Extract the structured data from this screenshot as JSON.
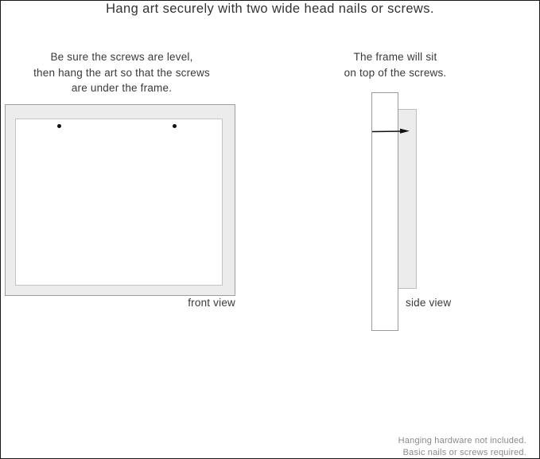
{
  "title": "Hang art securely with two wide head nails or screws.",
  "front": {
    "instruction": "Be sure the screws are level,\nthen hang the art so that the screws\nare under the frame.",
    "label": "front view",
    "screw_count": 2
  },
  "side": {
    "instruction": "The frame will sit\non top of the screws.",
    "label": "side view"
  },
  "footer": {
    "line1": "Hanging hardware not included.",
    "line2": "Basic nails or screws required."
  },
  "colors": {
    "text": "#3a3a3a",
    "muted_text": "#8a8a8a",
    "frame_fill": "#ececec",
    "frame_border": "#9e9e9e",
    "inner_border": "#c4c4c4",
    "nail": "#111111",
    "canvas_border": "#1a1a1a"
  }
}
